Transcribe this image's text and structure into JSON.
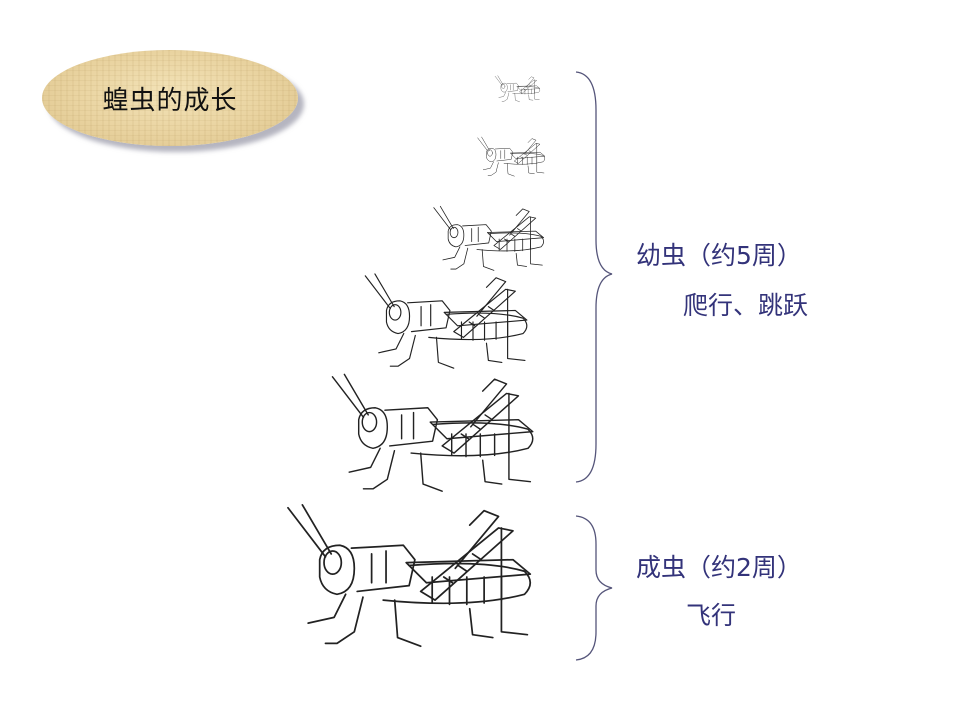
{
  "slide": {
    "title": "蝗虫的成长",
    "colors": {
      "text": "#33337a",
      "title_text": "#111111",
      "brace": "#55557a",
      "title_oval": "#e9d3a0",
      "drawing_line": "#222222"
    }
  },
  "stages": [
    {
      "name": "幼虫（约5周）",
      "behavior": "爬行、跳跃"
    },
    {
      "name": "成虫（约2周）",
      "behavior": "飞行"
    }
  ],
  "illustrations": [
    {
      "label": "nymph-instar-1"
    },
    {
      "label": "nymph-instar-2"
    },
    {
      "label": "nymph-instar-3"
    },
    {
      "label": "nymph-instar-4"
    },
    {
      "label": "nymph-instar-5"
    },
    {
      "label": "adult"
    }
  ]
}
